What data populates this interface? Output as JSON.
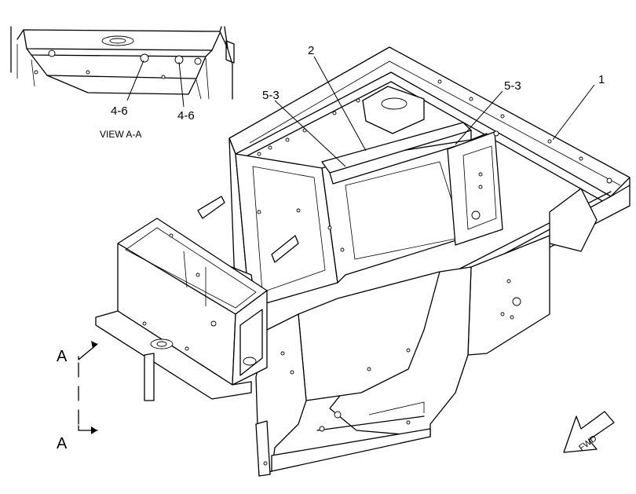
{
  "callouts": {
    "c1": "1",
    "c2": "2",
    "c53a": "5-3",
    "c53b": "5-3",
    "c46a": "4-6",
    "c46b": "4-6"
  },
  "view_label": "VIEW A-A",
  "section": {
    "top": "A",
    "bottom": "A"
  },
  "fwd": "FWD"
}
